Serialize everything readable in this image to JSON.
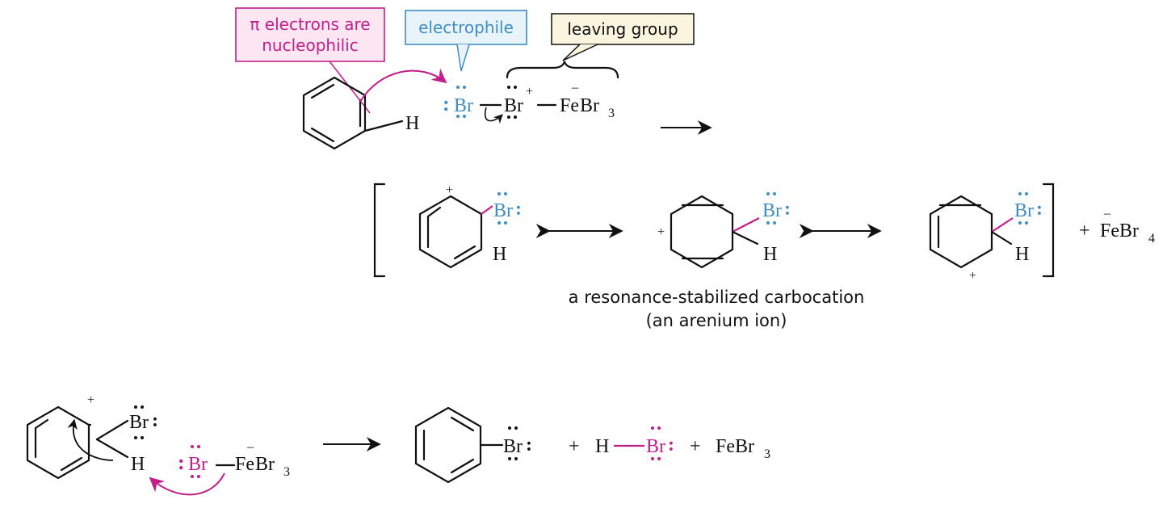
{
  "colors": {
    "nucleophile": "#c21f8a",
    "electrophile": "#3f8ec4",
    "leaving_group_fill": "#fbf4de",
    "nucleophile_fill": "#fbe6f2",
    "ink": "#111111"
  },
  "labels": {
    "pi_line1": "π electrons are",
    "pi_line2": "nucleophilic",
    "electrophile": "electrophile",
    "leaving_group": "leaving group"
  },
  "atoms": {
    "h": "H",
    "br": "Br",
    "fe": "Fe",
    "br3": "Br",
    "sub3": "3",
    "br4": "Br",
    "sub4": "4",
    "plus": "+",
    "minus": "–",
    "colon": ":",
    "feb": "FeBr"
  },
  "caption": {
    "line1": "a resonance-stabilized carbocation",
    "line2": "(an arenium ion)"
  }
}
